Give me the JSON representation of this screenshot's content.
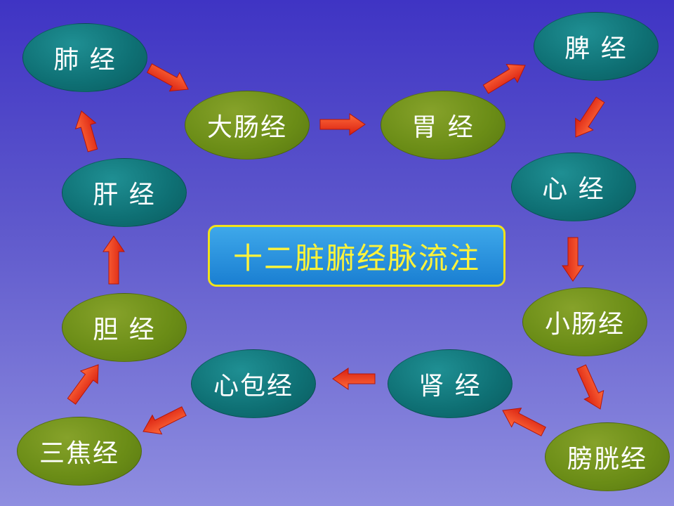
{
  "title": "十二脏腑经脉流注",
  "nodes": {
    "fei": "肺 经",
    "dachang": "大肠经",
    "wei": "胃 经",
    "pi": "脾 经",
    "xin": "心 经",
    "xiaochang": "小肠经",
    "pangguang": "膀胱经",
    "shen": "肾 经",
    "xinbao": "心包经",
    "sanjiao": "三焦经",
    "dan": "胆 经",
    "gan": "肝 经"
  },
  "colors": {
    "background_top": "#3f34c4",
    "background_bottom": "#8f8ee0",
    "node_teal": "#0e6f73",
    "node_green": "#6a8c16",
    "arrow": "#ef3a1f",
    "title_fill": "#1a7fd2",
    "title_border": "#f2e21a",
    "title_text": "#fff33a"
  }
}
